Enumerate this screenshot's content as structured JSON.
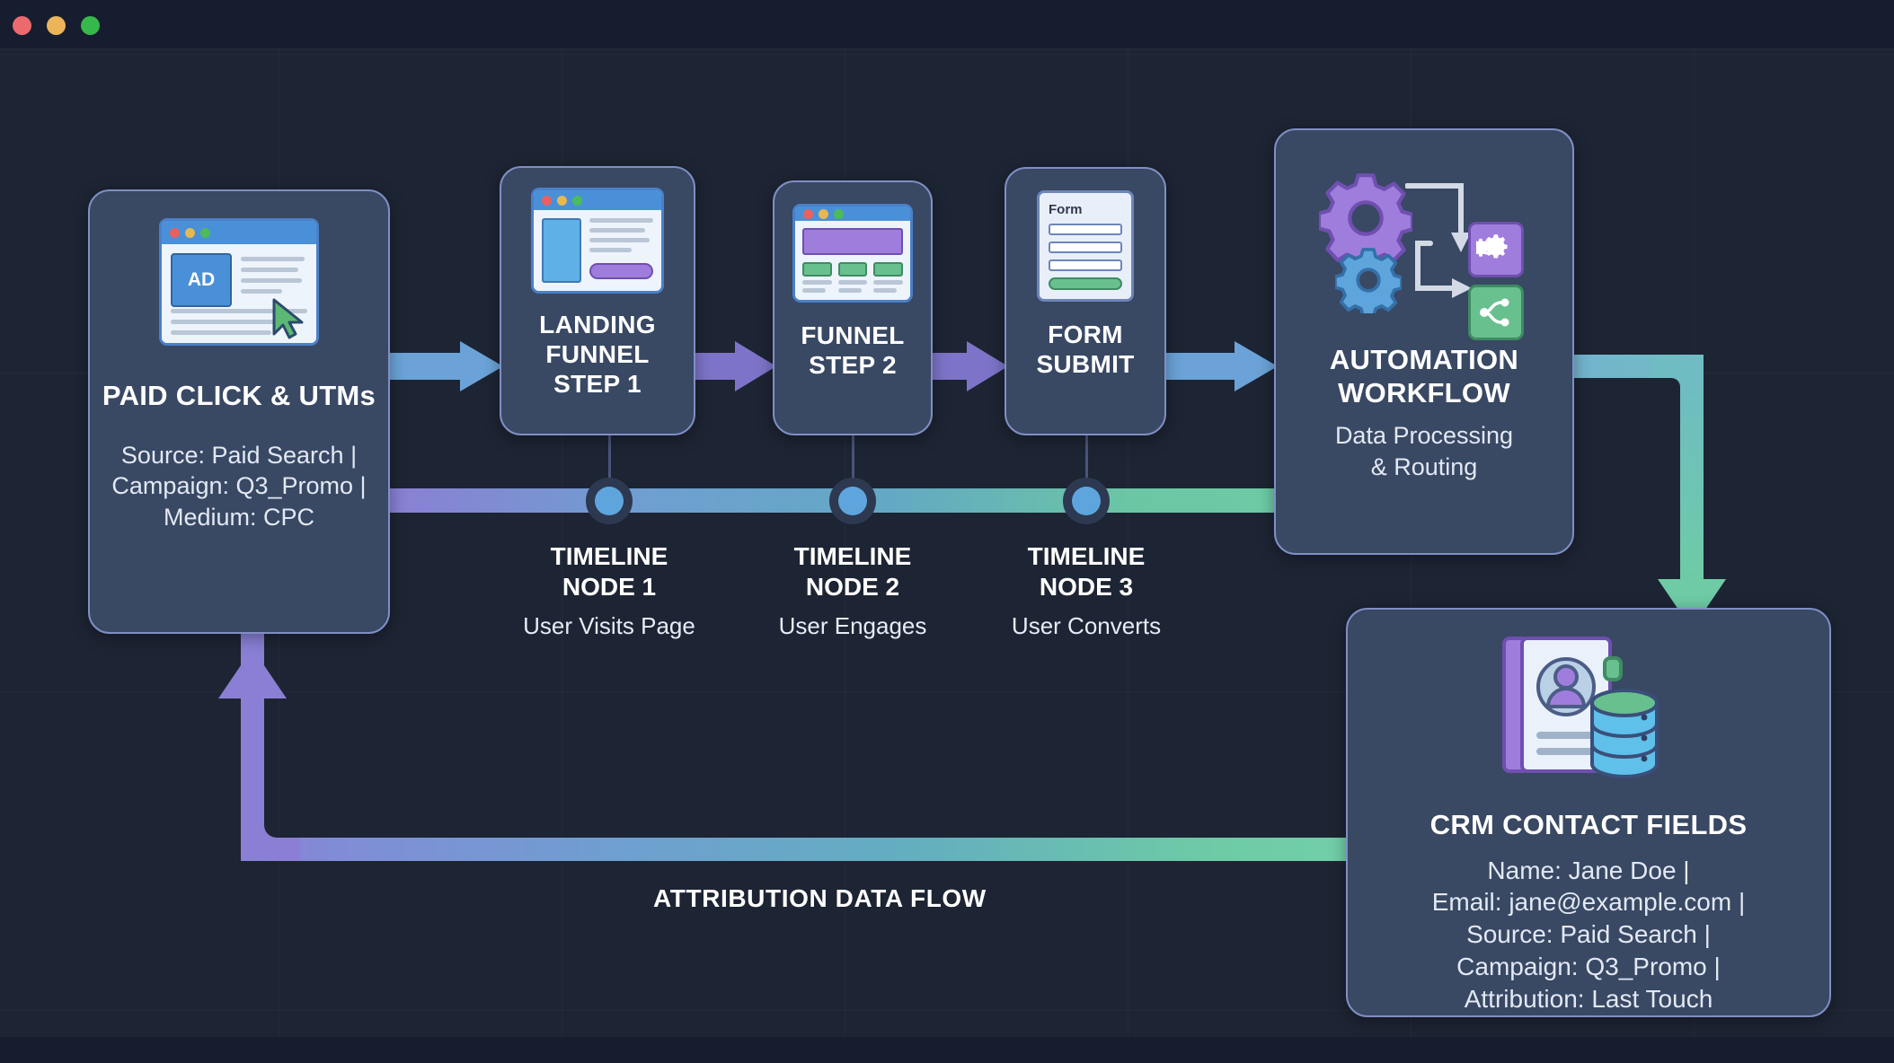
{
  "window": {
    "traffic_lights": [
      "close",
      "minimize",
      "maximize"
    ],
    "bg_color": "#1d2433",
    "card_bg": "#394863",
    "card_border": "#7f8fc4"
  },
  "cards": {
    "paid_click": {
      "title": "PAID CLICK & UTMs",
      "subtitle": "Source: Paid Search |\nCampaign: Q3_Promo |\nMedium: CPC",
      "icon": "ad-browser-icon",
      "icon_label": "AD"
    },
    "landing_funnel": {
      "title": "LANDING\nFUNNEL\nSTEP 1",
      "icon": "landing-page-browser-icon"
    },
    "funnel_step2": {
      "title": "FUNNEL\nSTEP 2",
      "icon": "funnel-page-browser-icon"
    },
    "form_submit": {
      "title": "FORM\nSUBMIT",
      "icon": "form-icon",
      "icon_label": "Form"
    },
    "automation": {
      "title": "AUTOMATION\nWORKFLOW",
      "subtitle": "Data Processing\n& Routing",
      "icon": "gears-workflow-icon"
    },
    "crm": {
      "title": "CRM CONTACT FIELDS",
      "subtitle": "Name: Jane Doe |\nEmail: jane@example.com |\nSource: Paid Search |\nCampaign: Q3_Promo |\nAttribution: Last Touch",
      "icon": "contact-card-database-icon"
    }
  },
  "timeline": {
    "nodes": [
      {
        "title": "TIMELINE\nNODE 1",
        "subtitle": "User Visits Page"
      },
      {
        "title": "TIMELINE\nNODE 2",
        "subtitle": "User Engages"
      },
      {
        "title": "TIMELINE\nNODE 3",
        "subtitle": "User Converts"
      }
    ],
    "gradient_start": "#8a7fd4",
    "gradient_end": "#6ecba5"
  },
  "flows": {
    "attribution_label": "ATTRIBUTION DATA FLOW",
    "arrow_colors": {
      "step1": "#6ba3d8",
      "step2": "#7d74c9",
      "step3": "#7d74c9",
      "step4": "#6ba3d8",
      "timeline_end": "#6ecba5",
      "return": "#8a7fd4",
      "auto_to_crm": "#6ecba5"
    }
  }
}
